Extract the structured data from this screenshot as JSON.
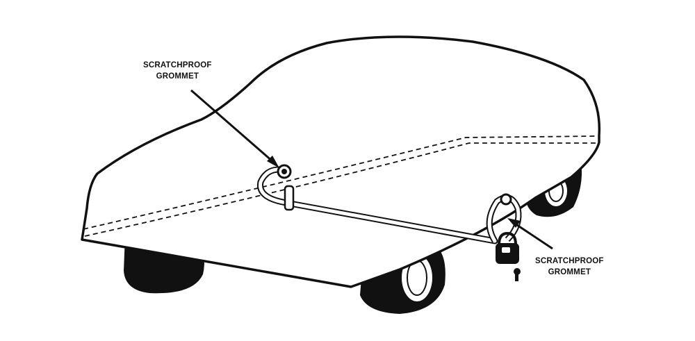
{
  "callouts": {
    "top": {
      "line1": "SCRATCHPROOF",
      "line2": "GROMMET"
    },
    "right": {
      "line1": "SCRATCHPROOF",
      "line2": "GROMMET"
    }
  },
  "colors": {
    "ink": "#111111",
    "background": "#ffffff",
    "cover_fill": "#ffffff"
  },
  "icons": [
    "grommet-ring-icon",
    "padlock-icon",
    "key-icon",
    "arrow-icon"
  ]
}
